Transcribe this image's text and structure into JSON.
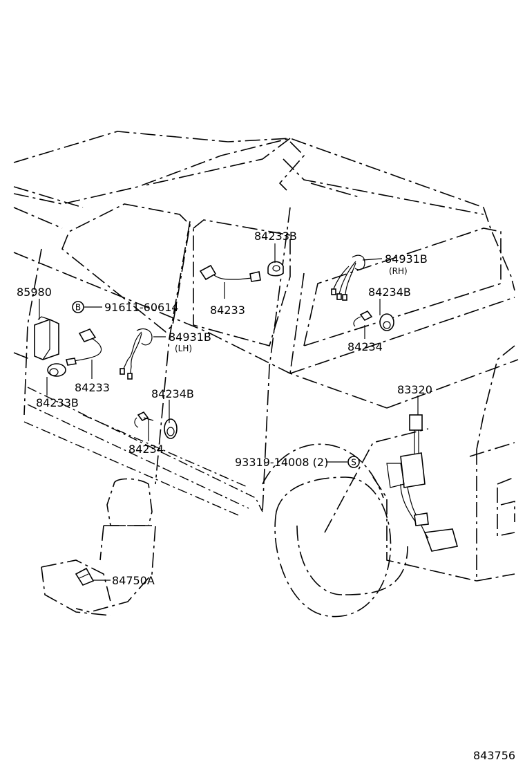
{
  "labels": {
    "p84233B_top": "84233B",
    "p84233_top": "84233",
    "p84931B_rh": "84931B",
    "rh": "(RH)",
    "p84234B_right": "84234B",
    "p84234_right": "84234",
    "p85980": "85980",
    "p91611": "91611-60614",
    "bolt_b": "B",
    "p84931B_lh": "84931B",
    "lh": "(LH)",
    "p84233_left": "84233",
    "p84233B_left": "84233B",
    "p84234B_mid": "84234B",
    "p84234_mid": "84234",
    "p83320": "83320",
    "p93319": "93319-14008 (2)",
    "screw_s": "S",
    "p84750A": "84750A",
    "diagram_id": "843756"
  }
}
